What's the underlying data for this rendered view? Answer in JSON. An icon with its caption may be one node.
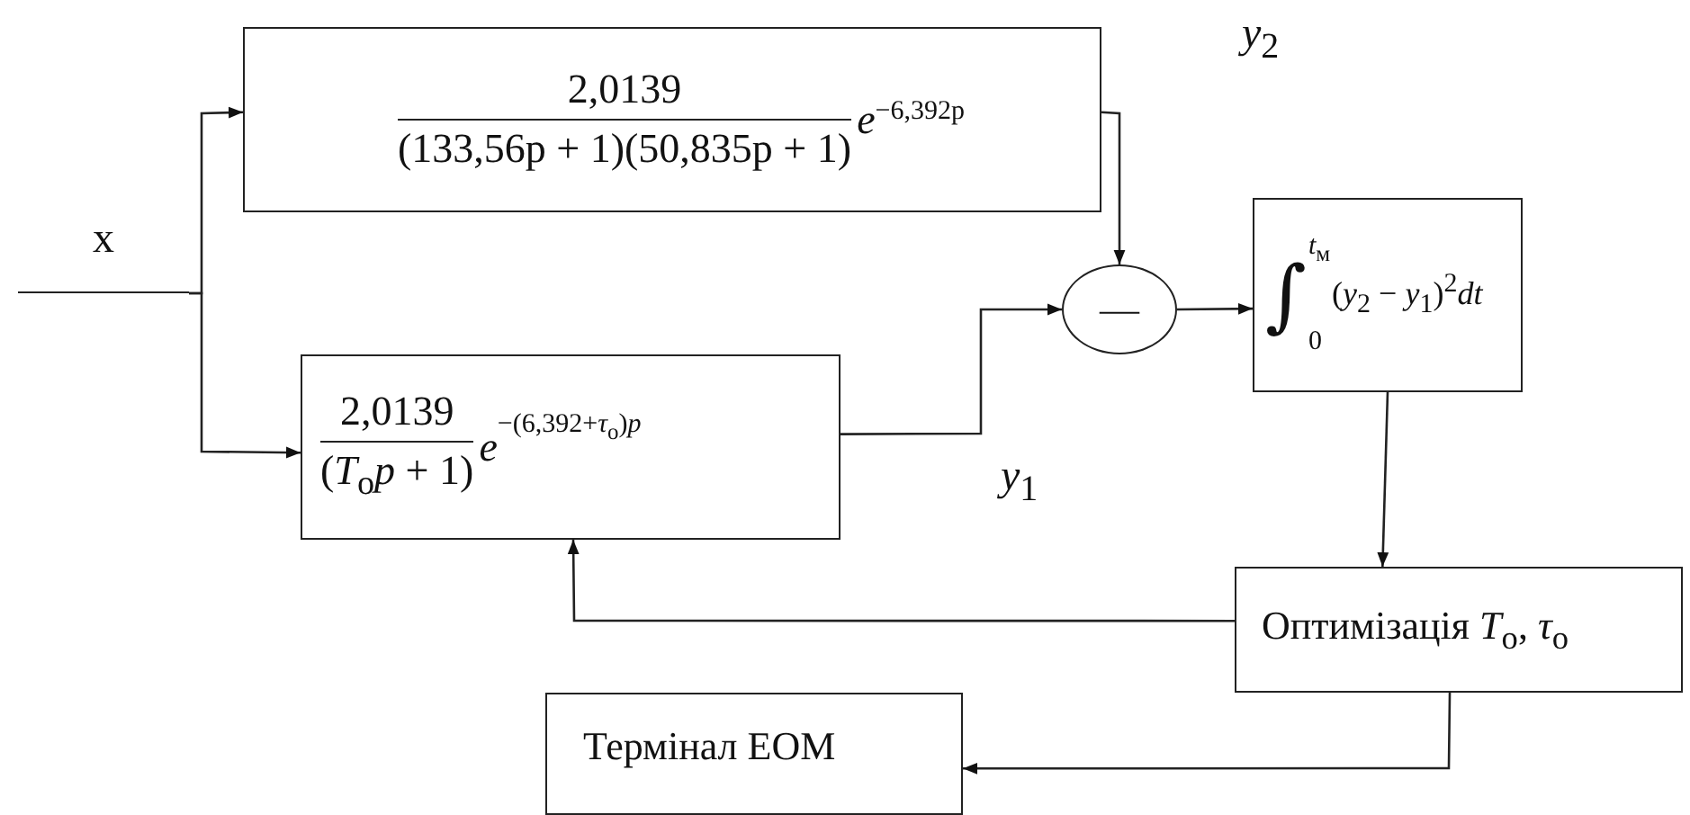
{
  "diagram": {
    "nodes": [
      {
        "text": [
          "x"
        ]
      },
      {
        "text": [
          "2,0139",
          "(133,56p + 1)(50,835p + 1)",
          "*e*",
          "−6,392p"
        ]
      },
      {
        "text": [
          "2,0139",
          "(*T*$_{о}$*p* + 1)",
          "*e*",
          "−(6,392+*τ*$_{о}$)*p*"
        ]
      },
      {
        "text": [
          "—"
        ]
      },
      {
        "text": [
          "∫",
          "*t*$_{м}$",
          "0",
          "(*y*$_{2}$ − *y*$_{1}$)$^{2}$*dt*"
        ]
      },
      {
        "text": [
          "Оптимізація *T*$_{о}$, *τ*$_{о}$"
        ]
      },
      {
        "text": [
          "Термінал ЕОМ"
        ]
      }
    ],
    "edges": [
      {
        "from": 0,
        "to": 1,
        "arrow": "to"
      },
      {
        "from": 0,
        "to": 2,
        "arrow": "to"
      },
      {
        "from": 1,
        "to": 3,
        "arrow": "to"
      },
      {
        "from": 2,
        "to": 3,
        "arrow": "to"
      },
      {
        "from": 3,
        "to": 4,
        "arrow": "to"
      },
      {
        "from": 4,
        "to": 5,
        "arrow": "to"
      },
      {
        "from": 5,
        "to": 2,
        "arrow": "to"
      },
      {
        "from": 5,
        "to": 6,
        "arrow": "to"
      }
    ],
    "labels": [
      "*y*$_{2}$",
      "*y*$_{1}$"
    ]
  }
}
